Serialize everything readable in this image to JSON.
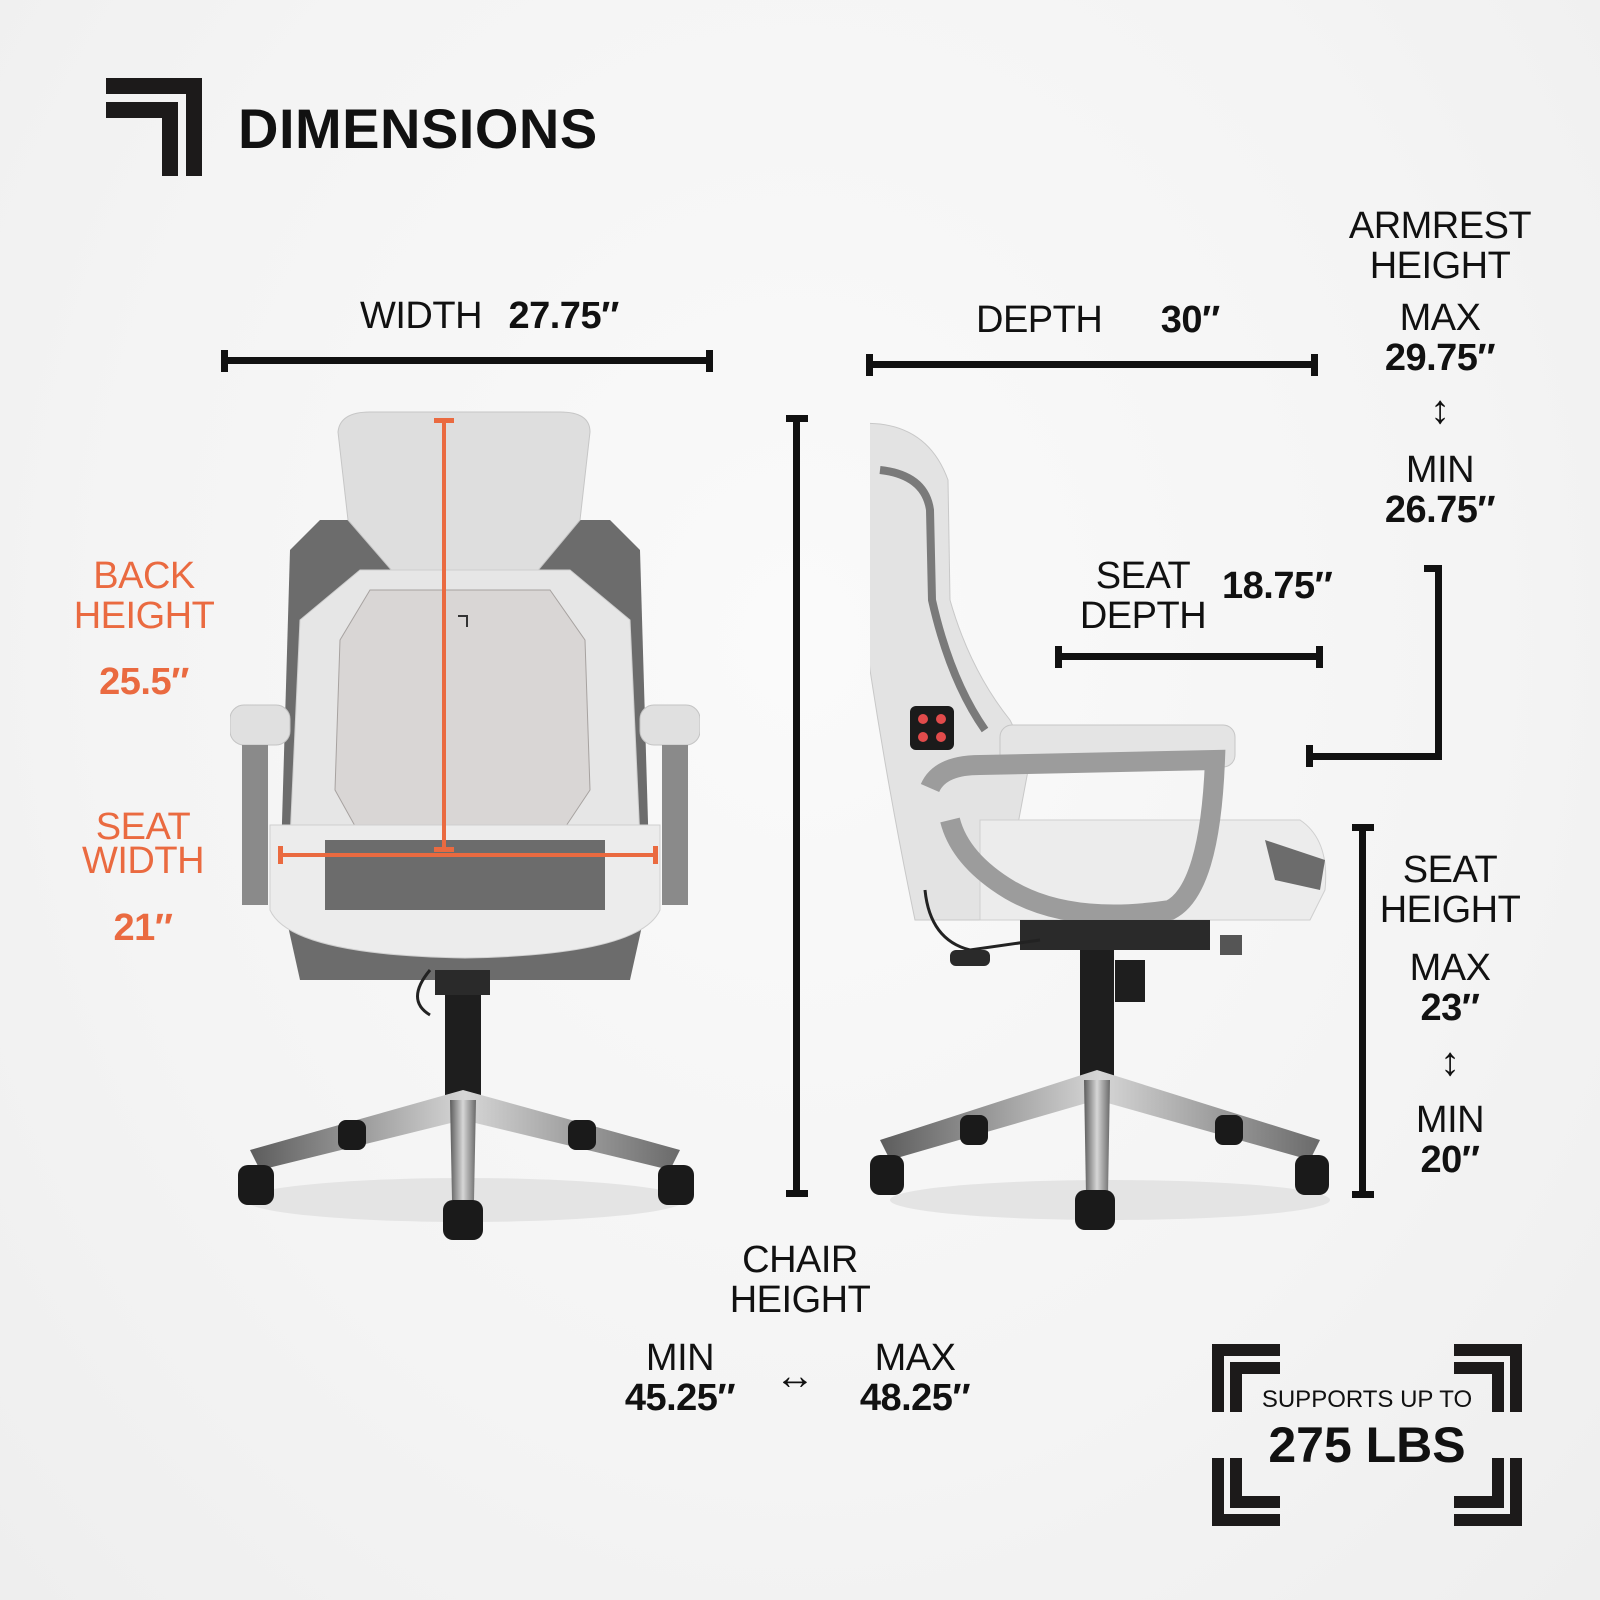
{
  "header": {
    "title": "DIMENSIONS",
    "logo_icon": "brand-corner-logo-icon"
  },
  "colors": {
    "accent": "#ea6a40",
    "text": "#111111",
    "background": "#f5f5f5",
    "chair_light": "#e2e2e2",
    "chair_dark": "#6e6e6e"
  },
  "front_view": {
    "width": {
      "label": "WIDTH",
      "value": "27.75″"
    },
    "back_height": {
      "label_line1": "BACK",
      "label_line2": "HEIGHT",
      "value": "25.5″"
    },
    "seat_width": {
      "label_line1": "SEAT",
      "label_line2": "WIDTH",
      "value": "21″"
    }
  },
  "side_view": {
    "depth": {
      "label": "DEPTH",
      "value": "30″"
    },
    "seat_depth": {
      "label_line1": "SEAT",
      "label_line2": "DEPTH",
      "value": "18.75″"
    },
    "armrest_height": {
      "label_line1": "ARMREST",
      "label_line2": "HEIGHT",
      "max_label": "MAX",
      "max_value": "29.75″",
      "min_label": "MIN",
      "min_value": "26.75″",
      "arrow": "↕"
    },
    "seat_height": {
      "label_line1": "SEAT",
      "label_line2": "HEIGHT",
      "max_label": "MAX",
      "max_value": "23″",
      "min_label": "MIN",
      "min_value": "20″",
      "arrow": "↕"
    }
  },
  "chair_height": {
    "label_line1": "CHAIR",
    "label_line2": "HEIGHT",
    "min_label": "MIN",
    "min_value": "45.25″",
    "max_label": "MAX",
    "max_value": "48.25″",
    "arrow": "↔"
  },
  "capacity_badge": {
    "line1": "SUPPORTS UP TO",
    "line2": "275 LBS"
  }
}
